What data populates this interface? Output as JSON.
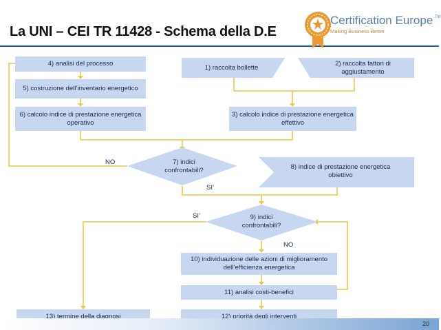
{
  "header": {
    "title": "La UNI – CEI TR 11428 - Schema della D.E",
    "logo_main": "Certification Europe",
    "logo_tm": "TM",
    "logo_sub": "Making Business Better"
  },
  "steps": {
    "s4": "4) analisi del processo",
    "s1": "1) raccolta bollette",
    "s2": "2) raccolta fattori di aggiustamento",
    "s5": "5) costruzione dell’inventario energetico",
    "s6": "6) calcolo indice di prestazione energetica operativo",
    "s3": "3) calcolo indice di prestazione energetica effettivo",
    "s7": "7) indici confrontabili?",
    "s8": "8) indice di prestazione energetica obiettivo",
    "s9": "9) indici confrontabili?",
    "s10": "10) individuazione delle azioni di miglioramento dell’efficienza energetica",
    "s11": "11) analisi costi-benefici",
    "s12": "12) priorità degli interventi",
    "s13": "13) termine della diagnosi"
  },
  "labels": {
    "no7": "NO",
    "si7": "SI’",
    "si9": "SI’",
    "no9": "NO"
  },
  "footer": {
    "page_number": "20"
  },
  "colors": {
    "box_fill": "#c6d7ef",
    "line": "#e8c84a",
    "title_rule": "#1f5f9a"
  }
}
